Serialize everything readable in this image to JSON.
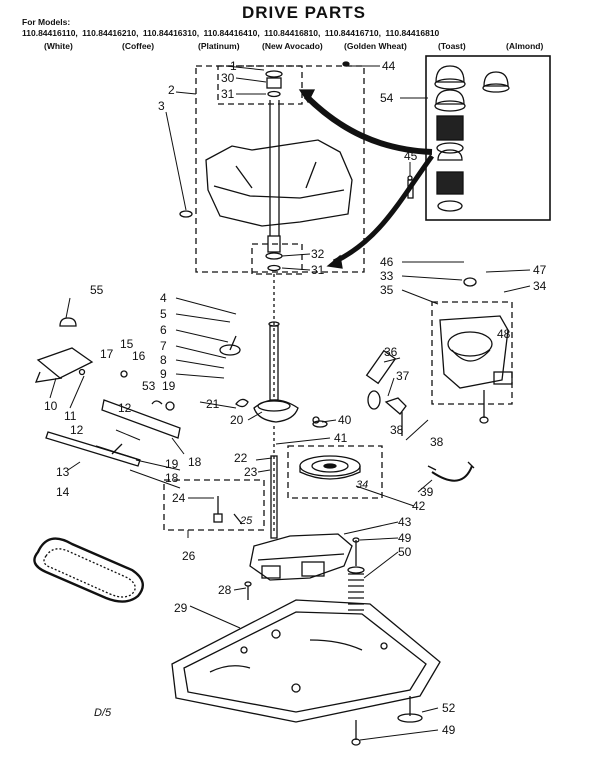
{
  "header": {
    "title": "DRIVE PARTS",
    "for_models": "For Models:",
    "models": [
      "110.84416110,",
      "110.84416210,",
      "110.84416310,",
      "110.84416410,",
      "110.84416810,",
      "110.84416710,",
      "110.84416810"
    ],
    "colors": [
      "(White)",
      "(Coffee)",
      "(Platinum)",
      "(New Avocado)",
      "(Golden Wheat)",
      "(Toast)",
      "(Almond)"
    ]
  },
  "callouts": [
    "1",
    "30",
    "31",
    "44",
    "2",
    "3",
    "54",
    "45",
    "32",
    "31",
    "46",
    "47",
    "33",
    "34",
    "35",
    "55",
    "4",
    "5",
    "6",
    "7",
    "8",
    "9",
    "17",
    "15",
    "16",
    "53",
    "19",
    "12",
    "10",
    "11",
    "21",
    "36",
    "37",
    "48",
    "40",
    "38",
    "38",
    "20",
    "41",
    "22",
    "12",
    "19",
    "18",
    "23",
    "18",
    "24",
    "25",
    "34",
    "39",
    "42",
    "43",
    "49",
    "50",
    "13",
    "14",
    "26",
    "28",
    "29",
    "52",
    "49"
  ],
  "page_code": "D/5",
  "colors_ui": {
    "ink": "#111111",
    "paper": "#ffffff"
  }
}
